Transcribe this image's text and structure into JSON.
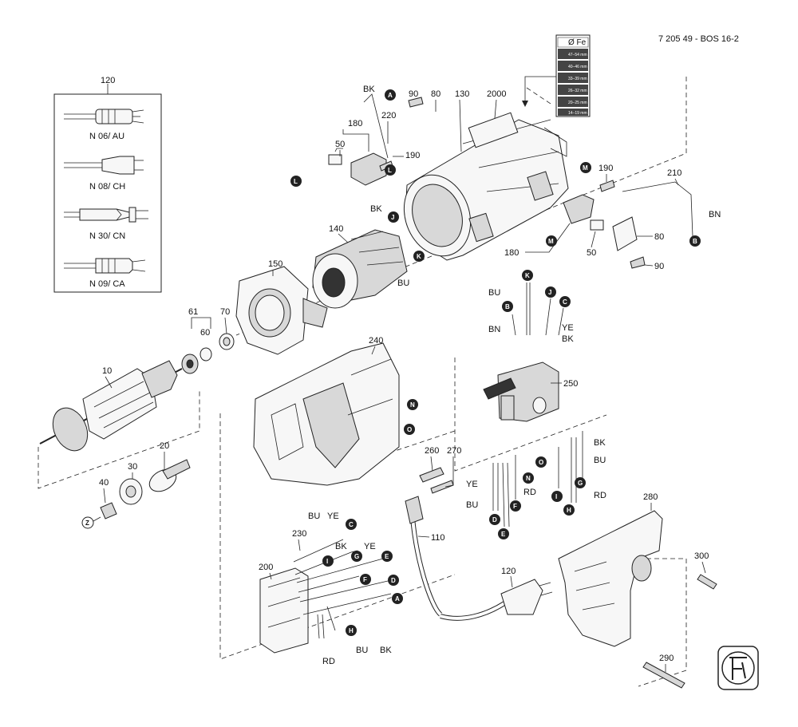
{
  "doc_id": "7 205 49 - BOS 16-2",
  "plug_variants": [
    {
      "number": "120"
    },
    {
      "label": "N 06/ AU"
    },
    {
      "label": "N 08/ CH"
    },
    {
      "label": "N 30/ CN"
    },
    {
      "label": "N 09/ CA"
    }
  ],
  "part_numbers": [
    "10",
    "20",
    "30",
    "40",
    "50",
    "60",
    "61",
    "70",
    "80",
    "90",
    "110",
    "120",
    "130",
    "140",
    "150",
    "180",
    "190",
    "200",
    "210",
    "220",
    "230",
    "240",
    "250",
    "260",
    "270",
    "280",
    "290",
    "300",
    "2000"
  ],
  "wire_colors": [
    "BK",
    "BU",
    "BN",
    "YE",
    "RD"
  ],
  "markers": [
    "A",
    "B",
    "C",
    "D",
    "E",
    "F",
    "G",
    "H",
    "I",
    "J",
    "K",
    "L",
    "M",
    "N",
    "O",
    "Z"
  ],
  "label_card": {
    "header": "Ø Fe",
    "rows": [
      "47–54 mm",
      "40–46 mm",
      "33–39 mm",
      "26–32 mm",
      "20–25 mm",
      "14–19 mm"
    ]
  }
}
